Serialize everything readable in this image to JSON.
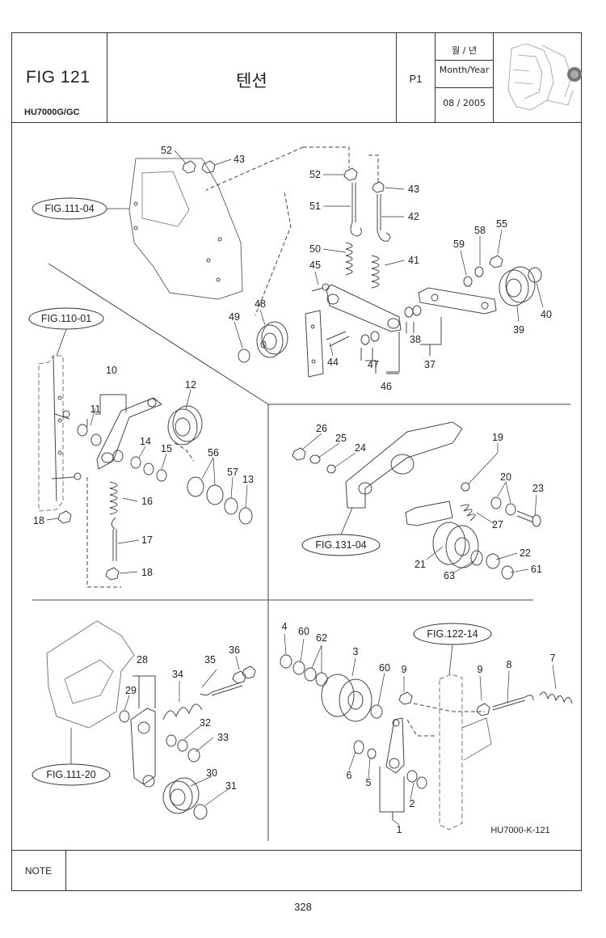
{
  "header": {
    "figure_label": "FIG 121",
    "model": "HU7000G/GC",
    "title": "텐션",
    "page_code": "P1",
    "date_label_korean": "월 / 년",
    "date_label_english": "Month/Year",
    "date_value": "08 / 2005"
  },
  "drawing_code": "HU7000-K-121",
  "figure_refs": [
    "FIG.111-04",
    "FIG.110-01",
    "FIG.131-04",
    "FIG.111-20",
    "FIG.122-14"
  ],
  "callouts": {
    "top": [
      "52",
      "43",
      "52",
      "43",
      "51",
      "42",
      "50",
      "41",
      "45",
      "59",
      "58",
      "55",
      "48",
      "49",
      "44",
      "47",
      "46",
      "38",
      "37",
      "39",
      "40"
    ],
    "left_middle": [
      "10",
      "11",
      "12",
      "14",
      "15",
      "56",
      "57",
      "13",
      "16",
      "17",
      "18",
      "18"
    ],
    "right_middle": [
      "26",
      "25",
      "24",
      "19",
      "20",
      "23",
      "27",
      "22",
      "21",
      "63",
      "61"
    ],
    "bottom_left": [
      "28",
      "35",
      "36",
      "34",
      "29",
      "32",
      "33",
      "30",
      "31"
    ],
    "bottom_right": [
      "4",
      "60",
      "62",
      "3",
      "60",
      "9",
      "9",
      "8",
      "7",
      "6",
      "5",
      "2",
      "1"
    ]
  },
  "note_label": "NOTE",
  "page_number": "328"
}
